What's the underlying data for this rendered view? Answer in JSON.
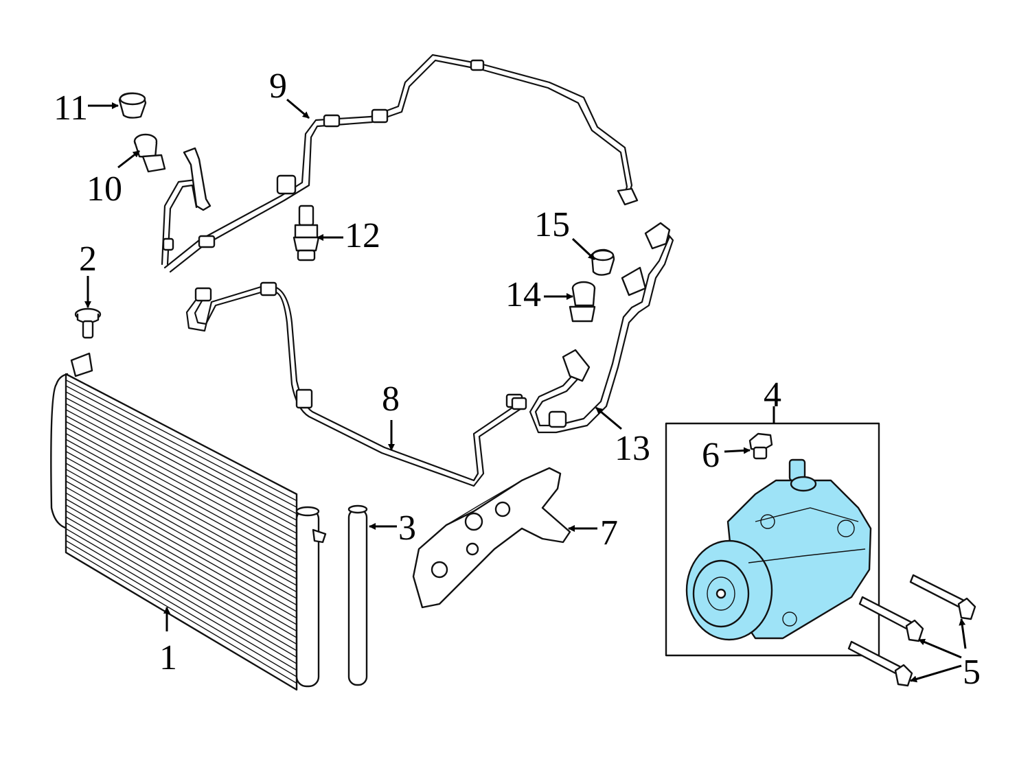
{
  "highlight_color": "#9ee3f7",
  "callouts": [
    {
      "part": "condenser",
      "label": "1"
    },
    {
      "part": "condenser-bolt",
      "label": "2"
    },
    {
      "part": "drier",
      "label": "3"
    },
    {
      "part": "compressor-assembly",
      "label": "4"
    },
    {
      "part": "compressor-bolts",
      "label": "5"
    },
    {
      "part": "compressor-plug",
      "label": "6"
    },
    {
      "part": "compressor-bracket",
      "label": "7"
    },
    {
      "part": "liquid-line",
      "label": "8"
    },
    {
      "part": "suction-line",
      "label": "9"
    },
    {
      "part": "pressure-switch-10",
      "label": "10"
    },
    {
      "part": "cap-11",
      "label": "11"
    },
    {
      "part": "pressure-sensor-12",
      "label": "12"
    },
    {
      "part": "discharge-hose",
      "label": "13"
    },
    {
      "part": "pressure-switch-14",
      "label": "14"
    },
    {
      "part": "cap-15",
      "label": "15"
    }
  ]
}
